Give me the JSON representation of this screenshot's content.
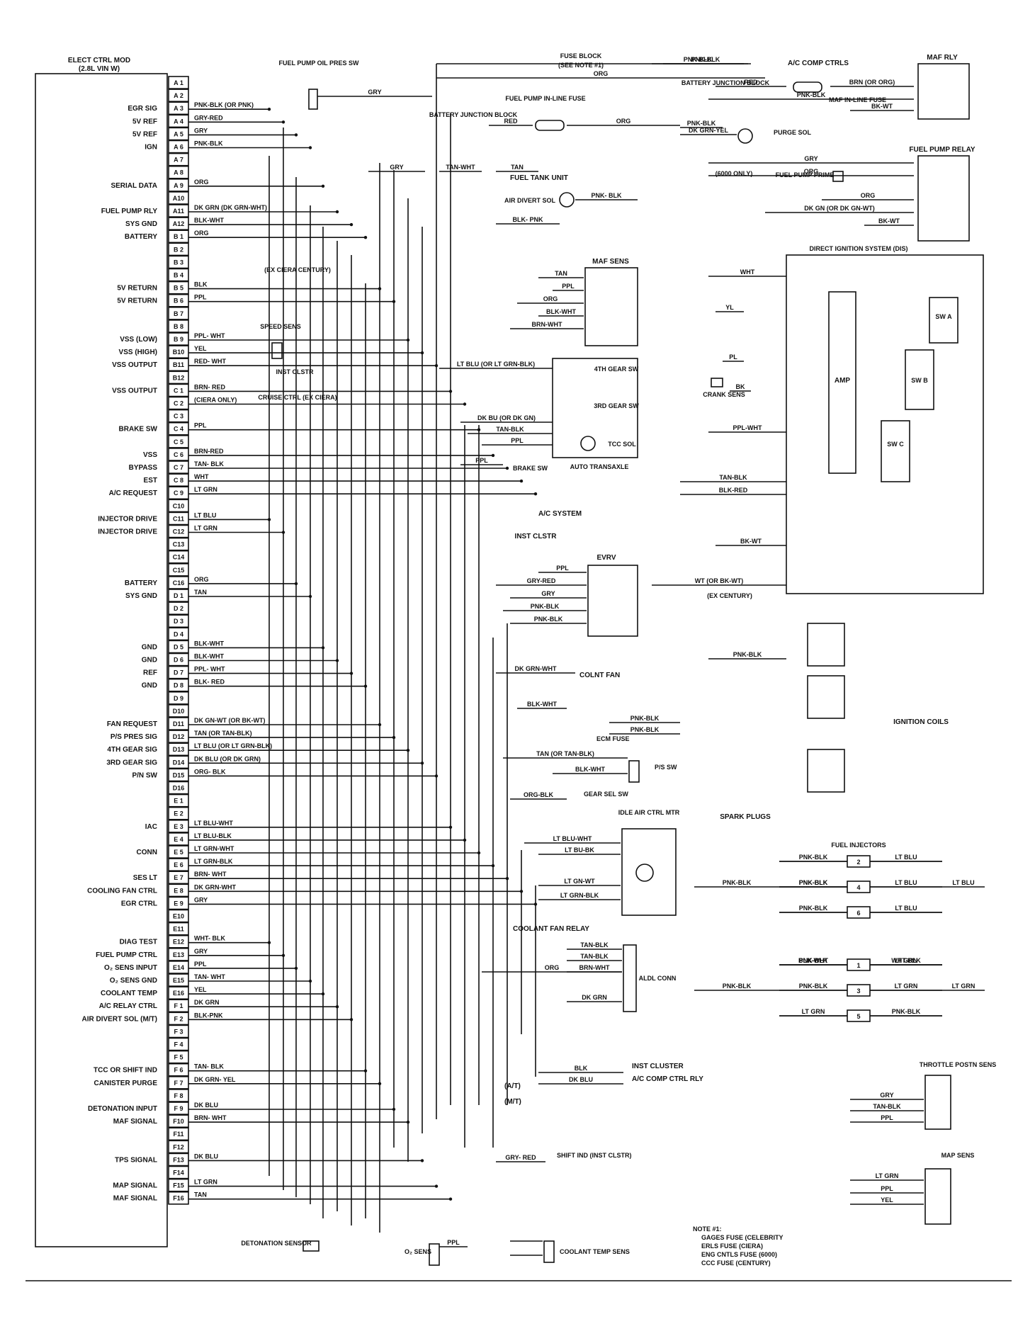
{
  "ecm": {
    "title_line1": "ELECT CTRL MOD",
    "title_line2": "(2.8L VIN W)"
  },
  "pins": [
    {
      "pin": "A 1",
      "func": "",
      "wire": ""
    },
    {
      "pin": "A 2",
      "func": "",
      "wire": ""
    },
    {
      "pin": "A 3",
      "func": "EGR SIG",
      "wire": "PNK-BLK (OR PNK)"
    },
    {
      "pin": "A 4",
      "func": "5V REF",
      "wire": "GRY-RED"
    },
    {
      "pin": "A 5",
      "func": "5V REF",
      "wire": "GRY"
    },
    {
      "pin": "A 6",
      "func": "IGN",
      "wire": "PNK-BLK"
    },
    {
      "pin": "A 7",
      "func": "",
      "wire": ""
    },
    {
      "pin": "A 8",
      "func": "",
      "wire": ""
    },
    {
      "pin": "A 9",
      "func": "SERIAL DATA",
      "wire": "ORG"
    },
    {
      "pin": "A10",
      "func": "",
      "wire": ""
    },
    {
      "pin": "A11",
      "func": "FUEL PUMP RLY",
      "wire": "DK GRN (DK GRN-WHT)"
    },
    {
      "pin": "A12",
      "func": "SYS GND",
      "wire": "BLK-WHT"
    },
    {
      "pin": "B 1",
      "func": "BATTERY",
      "wire": "ORG"
    },
    {
      "pin": "B 2",
      "func": "",
      "wire": ""
    },
    {
      "pin": "B 3",
      "func": "",
      "wire": ""
    },
    {
      "pin": "B 4",
      "func": "",
      "wire": ""
    },
    {
      "pin": "B 5",
      "func": "5V RETURN",
      "wire": "BLK"
    },
    {
      "pin": "B 6",
      "func": "5V RETURN",
      "wire": "PPL"
    },
    {
      "pin": "B 7",
      "func": "",
      "wire": ""
    },
    {
      "pin": "B 8",
      "func": "",
      "wire": ""
    },
    {
      "pin": "B 9",
      "func": "VSS (LOW)",
      "wire": "PPL- WHT"
    },
    {
      "pin": "B10",
      "func": "VSS (HIGH)",
      "wire": "YEL"
    },
    {
      "pin": "B11",
      "func": "VSS OUTPUT",
      "wire": "RED- WHT"
    },
    {
      "pin": "B12",
      "func": "",
      "wire": ""
    },
    {
      "pin": "C 1",
      "func": "VSS OUTPUT",
      "wire": "BRN- RED"
    },
    {
      "pin": "C 2",
      "func": "",
      "wire": "(CIERA ONLY)"
    },
    {
      "pin": "C 3",
      "func": "",
      "wire": ""
    },
    {
      "pin": "C 4",
      "func": "BRAKE SW",
      "wire": "PPL"
    },
    {
      "pin": "C 5",
      "func": "",
      "wire": ""
    },
    {
      "pin": "C 6",
      "func": "VSS",
      "wire": "BRN-RED"
    },
    {
      "pin": "C 7",
      "func": "BYPASS",
      "wire": "TAN- BLK"
    },
    {
      "pin": "C 8",
      "func": "EST",
      "wire": "WHT"
    },
    {
      "pin": "C 9",
      "func": "A/C REQUEST",
      "wire": "LT GRN"
    },
    {
      "pin": "C10",
      "func": "",
      "wire": ""
    },
    {
      "pin": "C11",
      "func": "INJECTOR DRIVE",
      "wire": "LT BLU"
    },
    {
      "pin": "C12",
      "func": "INJECTOR DRIVE",
      "wire": "LT GRN"
    },
    {
      "pin": "C13",
      "func": "",
      "wire": ""
    },
    {
      "pin": "C14",
      "func": "",
      "wire": ""
    },
    {
      "pin": "C15",
      "func": "",
      "wire": ""
    },
    {
      "pin": "C16",
      "func": "BATTERY",
      "wire": "ORG"
    },
    {
      "pin": "D 1",
      "func": "SYS GND",
      "wire": "TAN"
    },
    {
      "pin": "D 2",
      "func": "",
      "wire": ""
    },
    {
      "pin": "D 3",
      "func": "",
      "wire": ""
    },
    {
      "pin": "D 4",
      "func": "",
      "wire": ""
    },
    {
      "pin": "D 5",
      "func": "GND",
      "wire": "BLK-WHT"
    },
    {
      "pin": "D 6",
      "func": "GND",
      "wire": "BLK-WHT"
    },
    {
      "pin": "D 7",
      "func": "REF",
      "wire": "PPL- WHT"
    },
    {
      "pin": "D 8",
      "func": "GND",
      "wire": "BLK- RED"
    },
    {
      "pin": "D 9",
      "func": "",
      "wire": ""
    },
    {
      "pin": "D10",
      "func": "",
      "wire": ""
    },
    {
      "pin": "D11",
      "func": "FAN REQUEST",
      "wire": "DK GN-WT (OR BK-WT)"
    },
    {
      "pin": "D12",
      "func": "P/S PRES SIG",
      "wire": "TAN (OR TAN-BLK)"
    },
    {
      "pin": "D13",
      "func": "4TH GEAR SIG",
      "wire": "LT BLU (OR LT GRN-BLK)"
    },
    {
      "pin": "D14",
      "func": "3RD GEAR SIG",
      "wire": "DK BLU (OR DK GRN)"
    },
    {
      "pin": "D15",
      "func": "P/N SW",
      "wire": "ORG- BLK"
    },
    {
      "pin": "D16",
      "func": "",
      "wire": ""
    },
    {
      "pin": "E 1",
      "func": "",
      "wire": ""
    },
    {
      "pin": "E 2",
      "func": "",
      "wire": ""
    },
    {
      "pin": "E 3",
      "func": "IAC",
      "wire": "LT BLU-WHT"
    },
    {
      "pin": "E 4",
      "func": "",
      "wire": "LT BLU-BLK"
    },
    {
      "pin": "E 5",
      "func": "CONN",
      "wire": "LT GRN-WHT"
    },
    {
      "pin": "E 6",
      "func": "",
      "wire": "LT GRN-BLK"
    },
    {
      "pin": "E 7",
      "func": "SES LT",
      "wire": "BRN- WHT"
    },
    {
      "pin": "E 8",
      "func": "COOLING FAN CTRL",
      "wire": "DK GRN-WHT"
    },
    {
      "pin": "E 9",
      "func": "EGR CTRL",
      "wire": "GRY"
    },
    {
      "pin": "E10",
      "func": "",
      "wire": ""
    },
    {
      "pin": "E11",
      "func": "",
      "wire": ""
    },
    {
      "pin": "E12",
      "func": "DIAG TEST",
      "wire": "WHT- BLK"
    },
    {
      "pin": "E13",
      "func": "FUEL PUMP CTRL",
      "wire": "GRY"
    },
    {
      "pin": "E14",
      "func": "O₂ SENS INPUT",
      "wire": "PPL"
    },
    {
      "pin": "E15",
      "func": "O₂ SENS GND",
      "wire": "TAN- WHT"
    },
    {
      "pin": "E16",
      "func": "COOLANT TEMP",
      "wire": "YEL"
    },
    {
      "pin": "F 1",
      "func": "A/C RELAY CTRL",
      "wire": "DK GRN"
    },
    {
      "pin": "F 2",
      "func": "AIR DIVERT SOL (M/T)",
      "wire": "BLK-PNK"
    },
    {
      "pin": "F 3",
      "func": "",
      "wire": ""
    },
    {
      "pin": "F 4",
      "func": "",
      "wire": ""
    },
    {
      "pin": "F 5",
      "func": "",
      "wire": ""
    },
    {
      "pin": "F 6",
      "func": "TCC OR SHIFT IND",
      "wire": "TAN- BLK"
    },
    {
      "pin": "F 7",
      "func": "CANISTER PURGE",
      "wire": "DK GRN- YEL"
    },
    {
      "pin": "F 8",
      "func": "",
      "wire": ""
    },
    {
      "pin": "F 9",
      "func": "DETONATION INPUT",
      "wire": "DK BLU"
    },
    {
      "pin": "F10",
      "func": "MAF SIGNAL",
      "wire": "BRN- WHT"
    },
    {
      "pin": "F11",
      "func": "",
      "wire": ""
    },
    {
      "pin": "F12",
      "func": "",
      "wire": ""
    },
    {
      "pin": "F13",
      "func": "TPS SIGNAL",
      "wire": "DK BLU"
    },
    {
      "pin": "F14",
      "func": "",
      "wire": ""
    },
    {
      "pin": "F15",
      "func": "MAP SIGNAL",
      "wire": "LT GRN"
    },
    {
      "pin": "F16",
      "func": "MAF SIGNAL",
      "wire": "TAN"
    }
  ],
  "labels": {
    "fuel_pump_oil_pres_sw": "FUEL PUMP OIL PRES SW",
    "fuse_block": "FUSE BLOCK",
    "see_note": "(SEE NOTE #1)",
    "ac_comp_ctrls": "A/C COMP CTRLS",
    "battery_junction_block_1": "BATTERY JUNCTION BLOCK",
    "battery_junction_block_2": "BATTERY JUNCTION BLOCK",
    "fuel_pump_inline_fuse": "FUEL PUMP IN-LINE FUSE",
    "maf_inline_fuse": "MAF IN-LINE FUSE",
    "purge_sol": "PURGE SOL",
    "maf_rly": "MAF RLY",
    "fuel_pump_relay": "FUEL PUMP RELAY",
    "fuel_tank_unit": "FUEL TANK UNIT",
    "only_6000": "(6000 ONLY)",
    "fuel_pump_prime": "FUEL PUMP PRIME",
    "air_divert_sol": "AIR DIVERT SOL",
    "maf_sens": "MAF SENS",
    "dis": "DIRECT IGNITION SYSTEM (DIS)",
    "ex_ciera_century": "(EX CIERA CENTURY)",
    "speed_sens": "SPEED SENS",
    "inst_clstr": "INST CLSTR",
    "cruise_ctrl": "CRUISE CTRL (EX CIERA)",
    "gear4_sw": "4TH GEAR SW",
    "gear3_sw": "3RD GEAR SW",
    "tcc_sol": "TCC SOL",
    "auto_transaxle": "AUTO TRANSAXLE",
    "brake_sw": "BRAKE SW",
    "crank_sens": "CRANK SENS",
    "amp": "AMP",
    "sw_a": "SW A",
    "sw_b": "SW B",
    "sw_c": "SW C",
    "ac_system": "A/C SYSTEM",
    "inst_clstr_2": "INST CLSTR",
    "evrv": "EVRV",
    "ex_century": "(EX CENTURY)",
    "colnt_fan": "COLNT FAN",
    "ecm_fuse": "ECM FUSE",
    "ignition_coils": "IGNITION COILS",
    "ps_sw": "P/S SW",
    "gear_sel_sw": "GEAR SEL SW",
    "spark_plugs": "SPARK PLUGS",
    "idle_air_ctrl_mtr": "IDLE AIR CTRL MTR",
    "fuel_injectors": "FUEL INJECTORS",
    "coolant_fan_relay": "COOLANT FAN RELAY",
    "aldl_conn": "ALDL CONN",
    "inst_cluster": "INST CLUSTER",
    "ac_comp_ctrl_rly": "A/C COMP CTRL RLY",
    "at": "(A/T)",
    "mt": "(M/T)",
    "throttle_postn_sens": "THROTTLE POSTN SENS",
    "shift_ind": "SHIFT IND (INST CLSTR)",
    "map_sens": "MAP SENS",
    "detonation_sensor": "DETONATION SENSOR",
    "o2_sens": "O₂ SENS",
    "coolant_temp_sens": "COOLANT TEMP SENS"
  },
  "note": {
    "title": "NOTE #1:",
    "line1": "GAGES FUSE (CELEBRITY",
    "line2": "ERLS FUSE (CIERA)",
    "line3": "ENG CNTLS FUSE (6000)",
    "line4": "CCC FUSE (CENTURY)"
  },
  "wire_labels": [
    "ORG",
    "GRY",
    "PNK-BLK",
    "PNK-BLK",
    "RED",
    "BRN (OR ORG)",
    "PNK-BLK",
    "BK-WT",
    "RED",
    "ORG",
    "PNK-BLK",
    "DK GRN-YEL",
    "GRY",
    "ORG",
    "ORG",
    "DK GN (OR DK GN-WT)",
    "BK-WT",
    "GRY",
    "TAN-WHT",
    "TAN",
    "PNK- BLK",
    "BLK- PNK",
    "TAN",
    "PPL",
    "ORG",
    "BLK-WHT",
    "BRN-WHT",
    "LT BLU (OR LT GRN-BLK)",
    "DK BU (OR DK GN)",
    "TAN-BLK",
    "PPL",
    "PPL",
    "WHT",
    "YL",
    "PL",
    "BK",
    "PPL-WHT",
    "TAN-BLK",
    "BLK-RED",
    "BK-WT",
    "PPL",
    "GRY-RED",
    "GRY",
    "PNK-BLK",
    "PNK-BLK",
    "WT (OR BK-WT)",
    "PNK-BLK",
    "DK GRN-WHT",
    "BLK-WHT",
    "PNK-BLK",
    "PNK-BLK",
    "TAN (OR TAN-BLK)",
    "BLK-WHT",
    "ORG-BLK",
    "LT BLU-WHT",
    "LT BU-BK",
    "LT GN-WT",
    "LT GRN-BLK",
    "PNK-BLK",
    "PNK-BLK",
    "LT BLU",
    "PNK-BLK",
    "PNK-BLK",
    "LT BLU",
    "LT BLU",
    "PNK-BLK",
    "LT BLU",
    "PNK-BLK",
    "LT GRN",
    "PNK-BLK",
    "PNK-BLK",
    "LT GRN",
    "LT GRN",
    "PNK-BLK",
    "LT GRN",
    "BLK-WHT",
    "WHT-BLK",
    "TAN-BLK",
    "TAN-BLK",
    "ORG",
    "BRN-WHT",
    "DK GRN",
    "BLK",
    "DK BLU",
    "GRY",
    "TAN-BLK",
    "PPL",
    "GRY- RED",
    "LT GRN",
    "PPL",
    "YEL",
    "PPL"
  ]
}
